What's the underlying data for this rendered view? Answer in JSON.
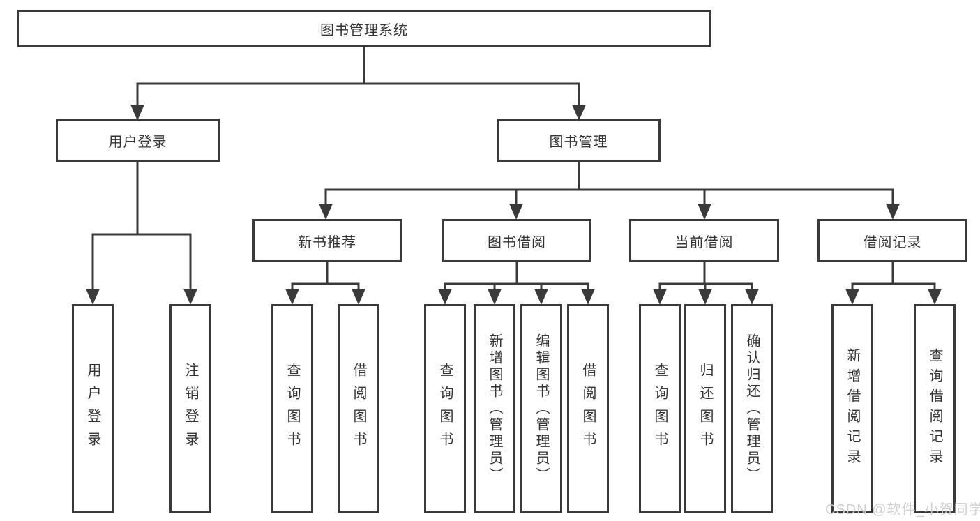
{
  "tree": {
    "root": "图书管理系统",
    "branches": [
      {
        "label": "用户登录",
        "leaves": [
          "用户登录",
          "注销登录"
        ]
      },
      {
        "label": "图书管理",
        "groups": [
          {
            "label": "新书推荐",
            "leaves": [
              "查询图书",
              "借阅图书"
            ]
          },
          {
            "label": "图书借阅",
            "leaves": [
              "查询图书",
              "新增图书（管理员）",
              "编辑图书（管理员）",
              "借阅图书"
            ]
          },
          {
            "label": "当前借阅",
            "leaves": [
              "查询图书",
              "归还图书",
              "确认归还（管理员）"
            ]
          },
          {
            "label": "借阅记录",
            "leaves": [
              "新增借阅记录",
              "查询借阅记录"
            ]
          }
        ]
      }
    ]
  },
  "watermark": "CSDN @软件_小贺同学",
  "colors": {
    "line": "#3a3a3a",
    "text": "#333333",
    "background": "#ffffff",
    "watermark": "#cdcdcd"
  }
}
